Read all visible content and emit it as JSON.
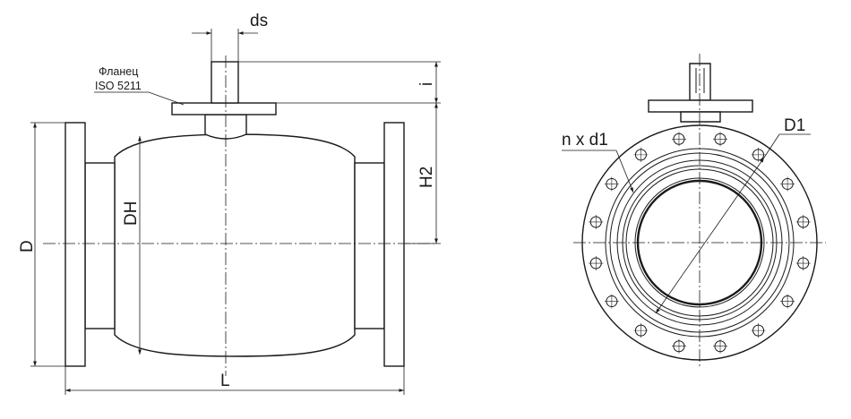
{
  "labels": {
    "ds": "ds",
    "flange_line1": "Фланец",
    "flange_line2": "ISO 5211",
    "i": "i",
    "H2": "H2",
    "DH": "DH",
    "D": "D",
    "L": "L",
    "n_x_d1": "n x d1",
    "D1": "D1"
  }
}
